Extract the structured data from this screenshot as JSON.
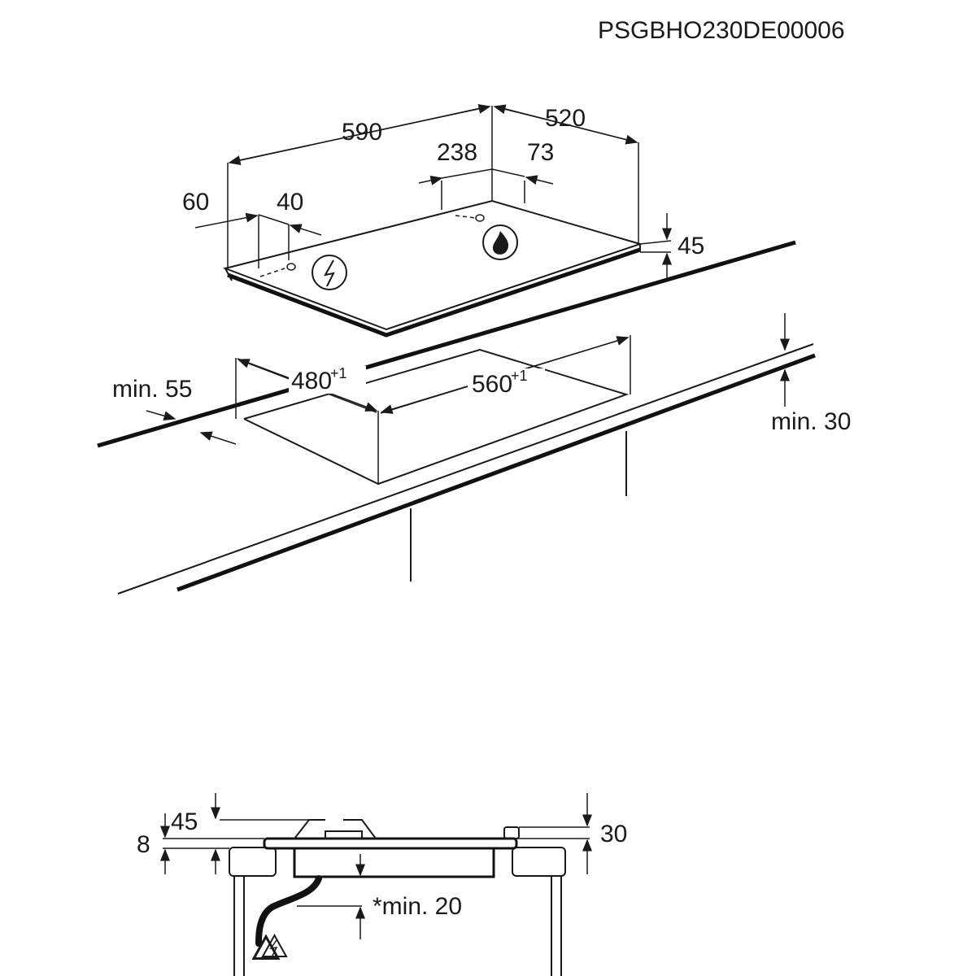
{
  "reference_code": "PSGBHO230DE00006",
  "hob_dimensions": {
    "width": "590",
    "depth": "520",
    "gas_offset_left": "238",
    "gas_offset_right": "73",
    "elec_offset_left": "60",
    "elec_offset_right": "40",
    "height": "45"
  },
  "cutout": {
    "depth": "480",
    "depth_tolerance": "+1",
    "width": "560",
    "width_tolerance": "+1",
    "min_front": "min. 55",
    "min_thickness": "min. 30"
  },
  "side_view": {
    "total_height": "45",
    "frame_height": "8",
    "knob_height": "30",
    "min_clearance": "*min. 20"
  }
}
